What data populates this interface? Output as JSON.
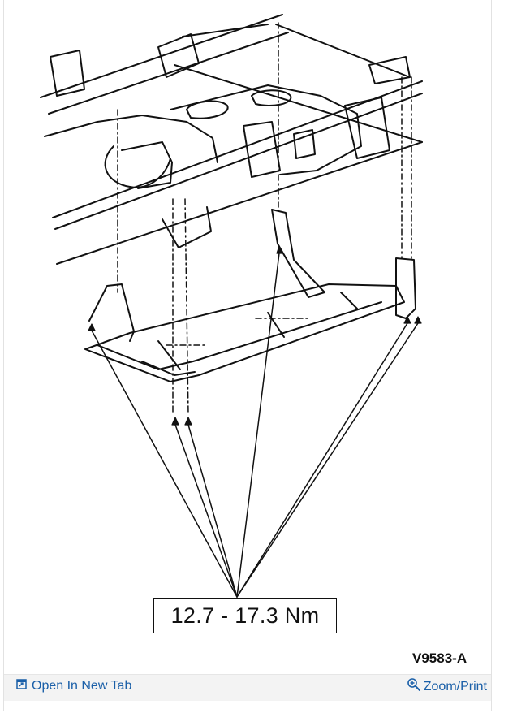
{
  "diagram": {
    "torque_label": "12.7 - 17.3 Nm",
    "figure_id": "V9583-A"
  },
  "footer": {
    "open_tab_label": "Open In New Tab",
    "zoom_label": "Zoom/Print",
    "link_color": "#1a5fa8",
    "icons": [
      "open-in-new-tab-icon",
      "magnifier-plus-icon"
    ]
  }
}
